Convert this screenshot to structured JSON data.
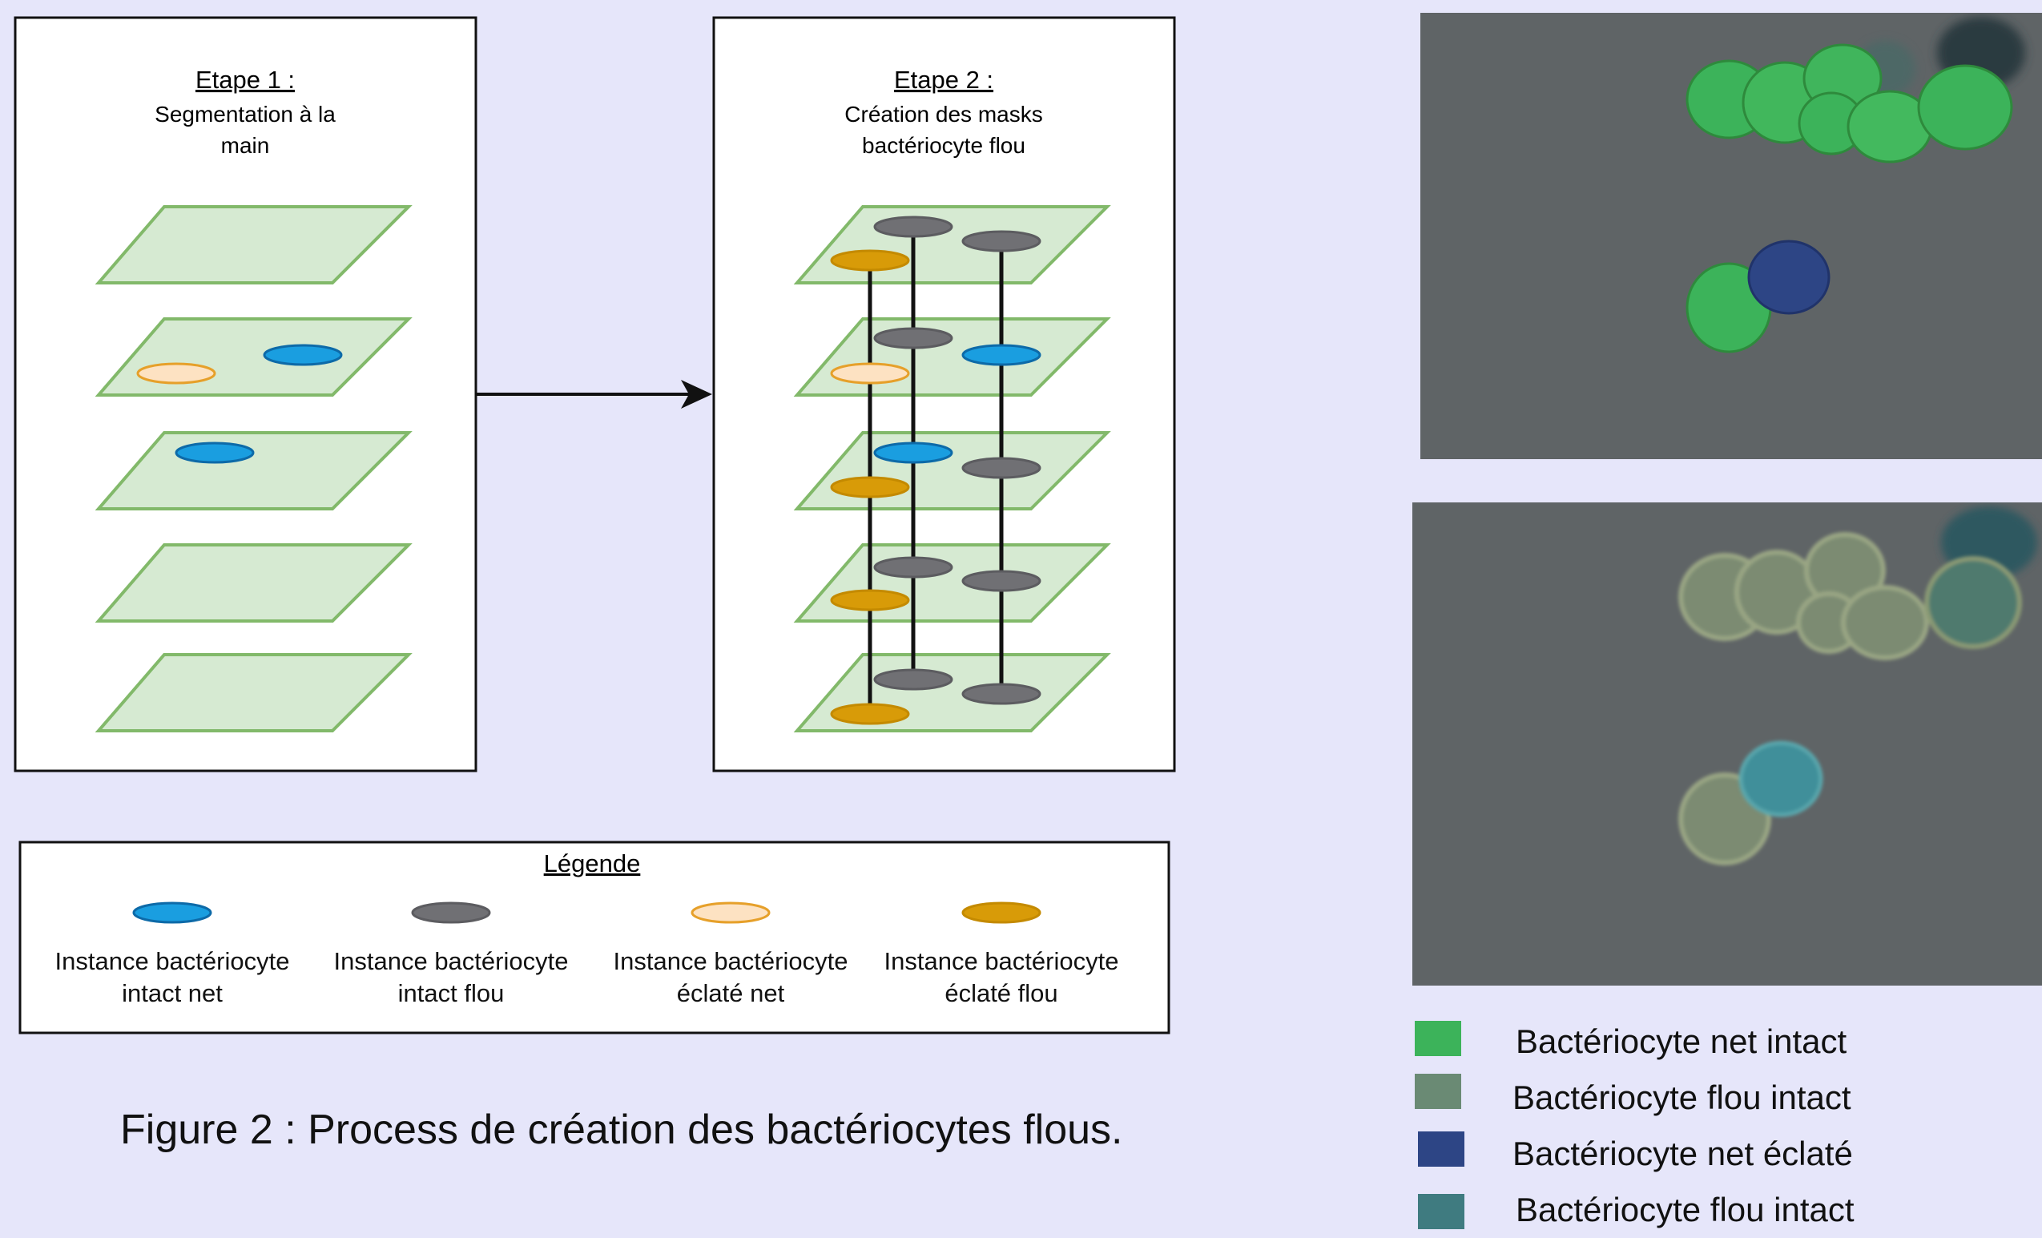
{
  "steps": [
    {
      "title": "Etape 1 :",
      "lines": [
        "Segmentation à la",
        "main"
      ]
    },
    {
      "title": "Etape 2 :",
      "lines": [
        "Création des masks",
        "bactériocyte flou"
      ]
    }
  ],
  "legend": {
    "title": "Légende",
    "items": [
      {
        "lines": [
          "Instance bactériocyte",
          "intact net"
        ],
        "color": "#1a9ee0",
        "stroke": "#0d6aa8"
      },
      {
        "lines": [
          "Instance bactériocyte",
          "intact flou"
        ],
        "color": "#707074",
        "stroke": "#5c5c60"
      },
      {
        "lines": [
          "Instance bactériocyte",
          "éclaté net"
        ],
        "color": "#fde2c2",
        "stroke": "#e6a02a"
      },
      {
        "lines": [
          "Instance bactériocyte",
          "éclaté flou"
        ],
        "color": "#d89b08",
        "stroke": "#c48a00"
      }
    ]
  },
  "caption": "Figure 2 : Process de création des bactériocytes flous.",
  "color_key": [
    {
      "label": "Bactériocyte net intact",
      "color": "#3cb35a"
    },
    {
      "label": "Bactériocyte flou intact",
      "color": "#6a8a74"
    },
    {
      "label": "Bactériocyte net éclaté",
      "color": "#2d4585"
    },
    {
      "label": "Bactériocyte flou intact",
      "color": "#3f7b80"
    }
  ],
  "colors": {
    "plane_fill": "#d6ead2",
    "plane_stroke": "#82b96a",
    "background": "#e6e6fa",
    "micro_bg": "#5f6466"
  }
}
